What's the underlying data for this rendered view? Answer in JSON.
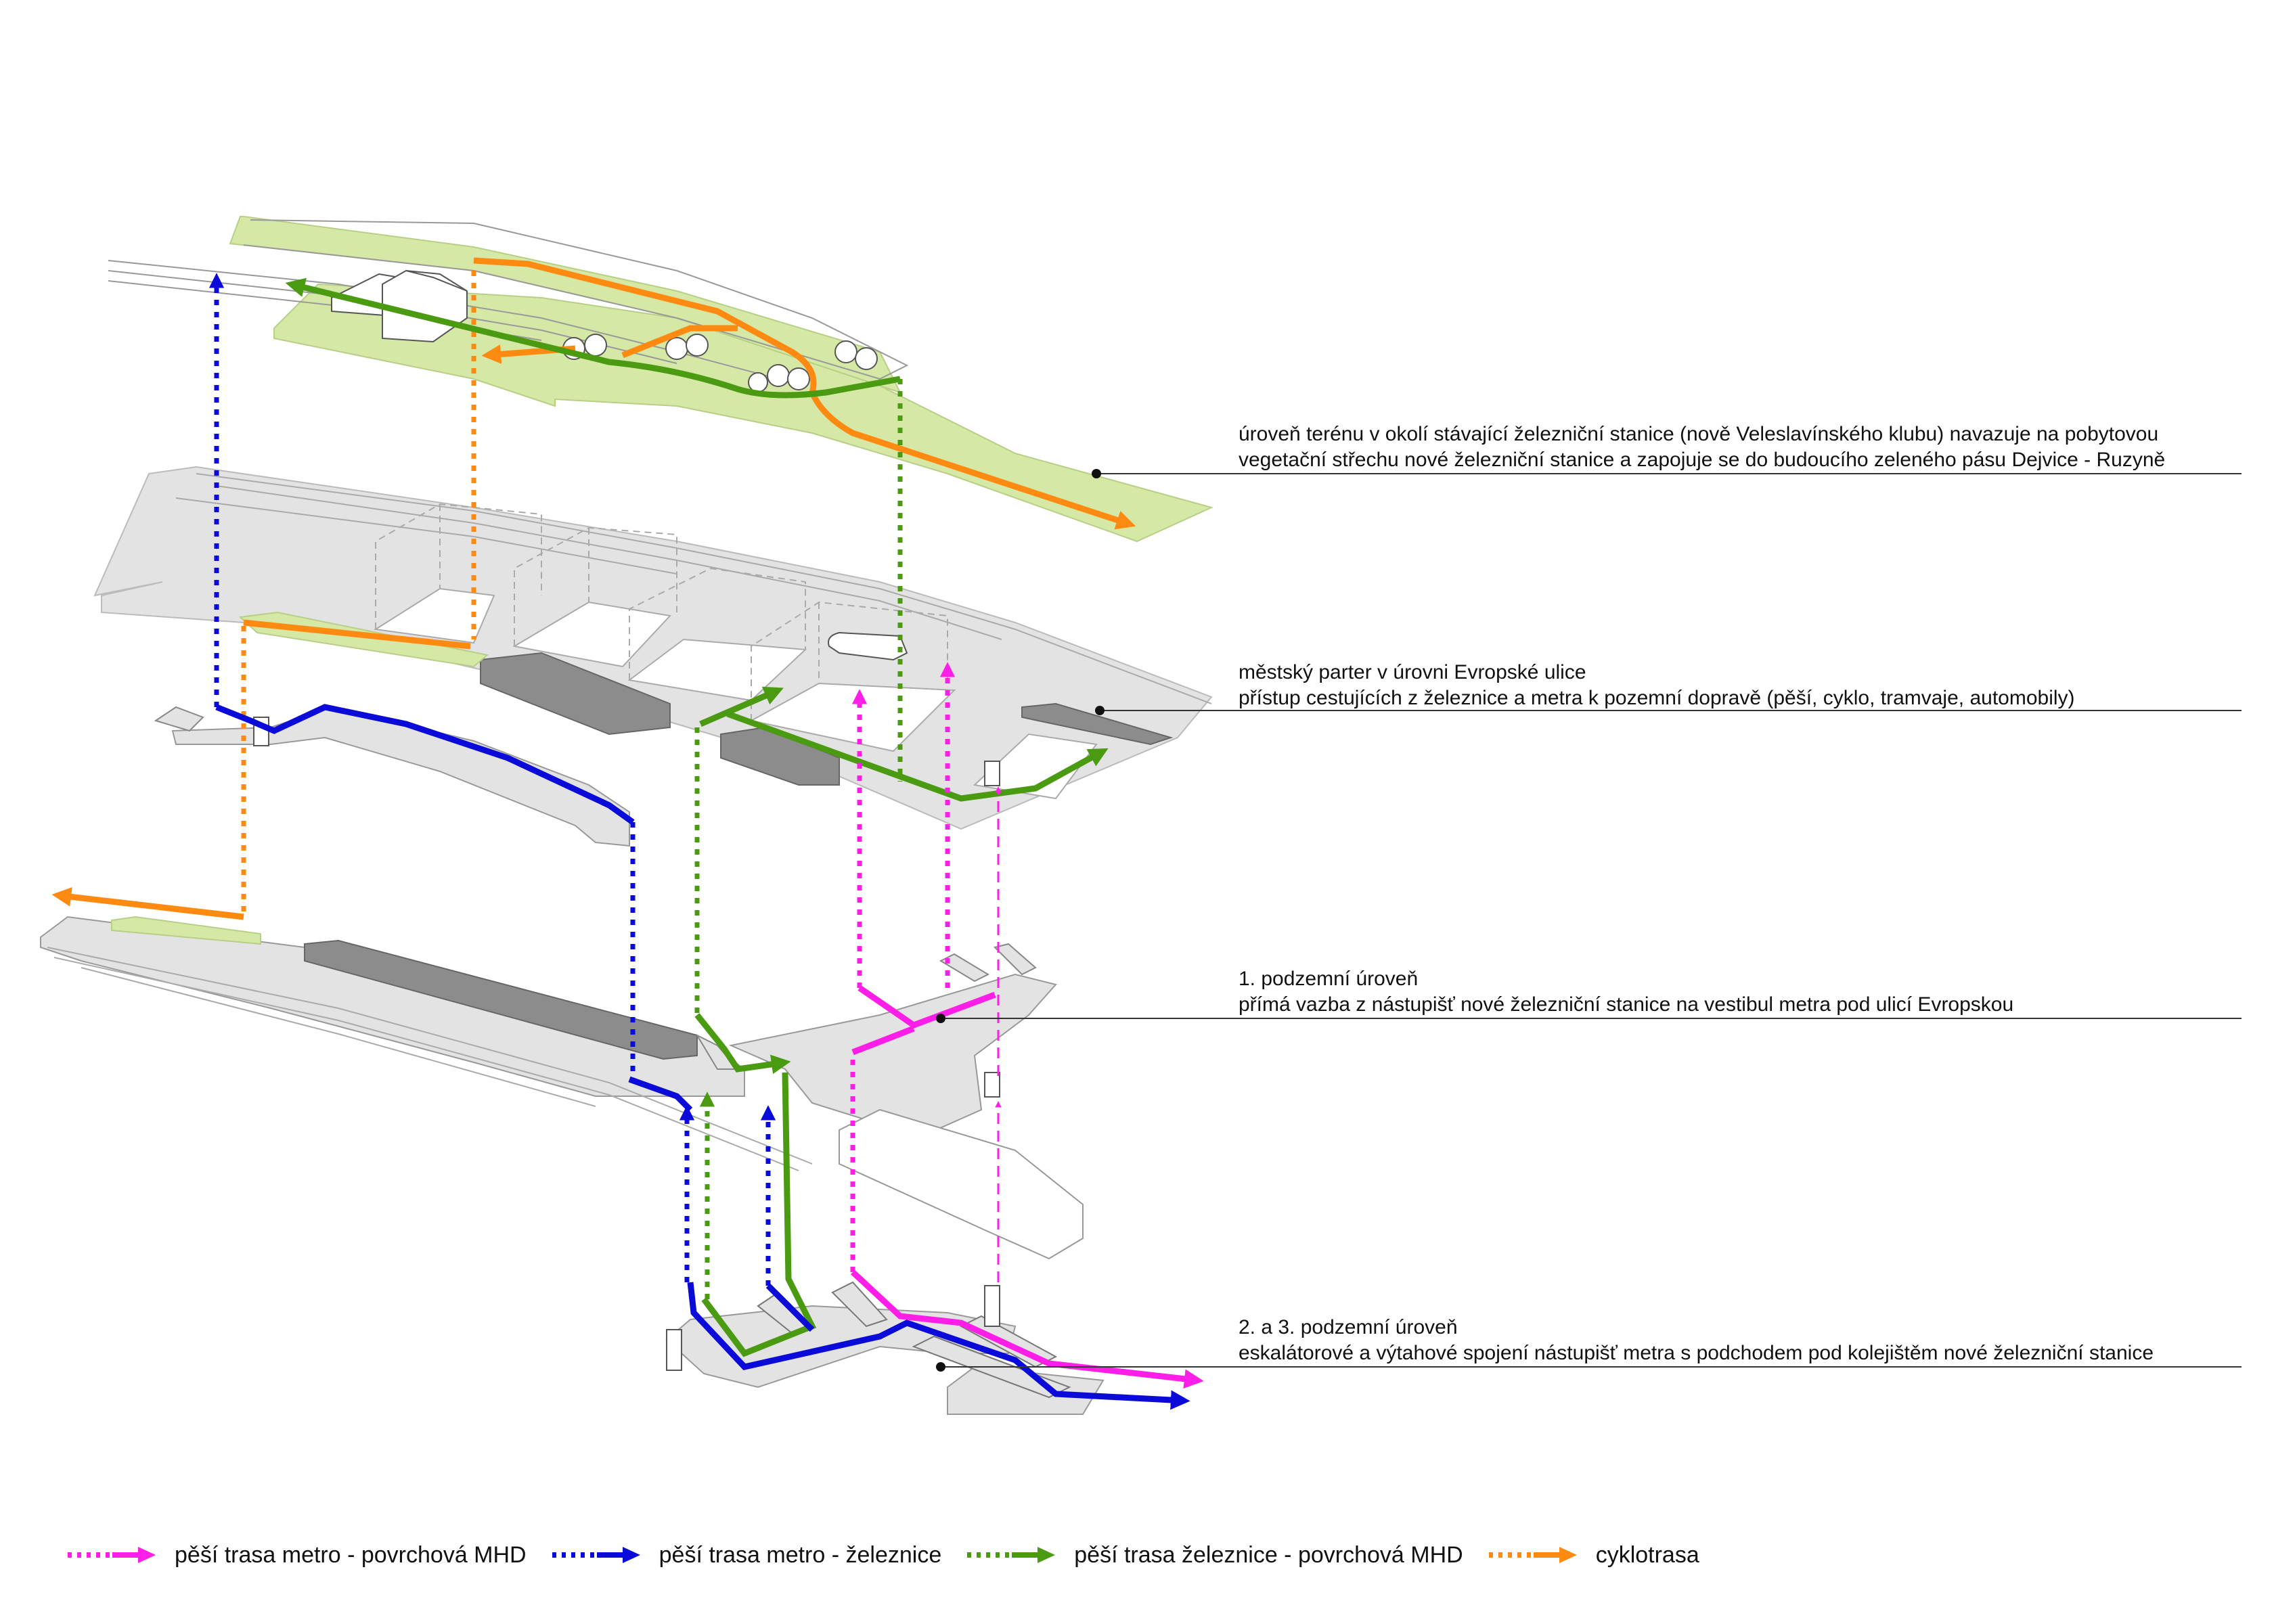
{
  "levels": [
    {
      "line1": "úroveň terénu v okolí stávající železniční stanice (nově Veleslavínského klubu) navazuje na pobytovou",
      "line2": "vegetační střechu nové železniční stanice a zapojuje se do budoucího zeleného pásu Dejvice - Ruzyně"
    },
    {
      "line1": "městský parter v úrovni Evropské ulice",
      "line2": "přístup cestujících z železnice a metra k pozemní dopravě (pěší, cyklo, tramvaje, automobily)"
    },
    {
      "line1": "1. podzemní úroveň",
      "line2": "přímá vazba z nástupišť nové železniční stanice na vestibul metra pod ulicí Evropskou"
    },
    {
      "line1": "2. a 3. podzemní úroveň",
      "line2": "eskalátorové a výtahové spojení nástupišť metra s podchodem pod kolejištěm nové železniční stanice"
    }
  ],
  "legend": [
    {
      "label": "pěší trasa metro - povrchová MHD",
      "color": "#ff1ee8"
    },
    {
      "label": "pěší trasa metro - železnice",
      "color": "#0b0bd9"
    },
    {
      "label": "pěší trasa železnice - povrchová MHD",
      "color": "#4a9a12"
    },
    {
      "label": "cyklotrasa",
      "color": "#ff8a12"
    }
  ],
  "colors": {
    "green_roof": "#d5e8a6",
    "plane_grey": "#e3e3e3",
    "dark_grey": "#8c8c8c",
    "outline": "#9a9a9a",
    "magenta": "#ff1ee8",
    "blue": "#0b0bd9",
    "green": "#4a9a12",
    "orange": "#ff8a12"
  }
}
